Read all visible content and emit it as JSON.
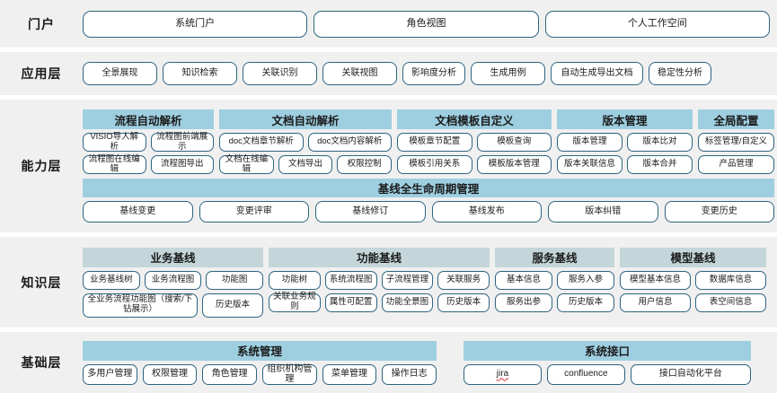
{
  "layers": [
    {
      "label": "门户",
      "items": [
        "系统门户",
        "角色视图",
        "个人工作空间"
      ]
    },
    {
      "label": "应用层",
      "items": [
        "全景展现",
        "知识检索",
        "关联识别",
        "关联视图",
        "影响度分析",
        "生成用例",
        "自动生成导出文档",
        "稳定性分析"
      ]
    },
    {
      "label": "能力层",
      "groups": [
        {
          "title": "流程自动解析",
          "rows": [
            [
              "VISIO导人解析",
              "流程图前端展示"
            ],
            [
              "流程图在线编辑",
              "流程图导出"
            ]
          ]
        },
        {
          "title": "文档自动解析",
          "rows": [
            [
              "doc文档章节解析",
              "doc文档内容解析"
            ],
            [
              "文档在线编辑",
              "文档导出",
              "权限控制"
            ]
          ]
        },
        {
          "title": "文档模板自定义",
          "rows": [
            [
              "模板章节配置",
              "模板查询"
            ],
            [
              "模板引用关系",
              "模板版本管理"
            ]
          ]
        },
        {
          "title": "版本管理",
          "rows": [
            [
              "版本管理",
              "版本比对"
            ],
            [
              "版本关联信息",
              "版本合并"
            ]
          ]
        },
        {
          "title": "全局配置",
          "rows": [
            [
              "标签管理/自定义"
            ],
            [
              "产品管理"
            ]
          ]
        }
      ],
      "lifecycle": {
        "title": "基线全生命周期管理",
        "items": [
          "基线变更",
          "变更评审",
          "基线修订",
          "基线发布",
          "版本纠错",
          "变更历史"
        ]
      }
    },
    {
      "label": "知识层",
      "groups": [
        {
          "title": "业务基线",
          "rows": [
            [
              "业务基线树",
              "业务流程图",
              "功能图"
            ],
            [
              "全业务流程功能图（搜索/下钻展示）",
              "历史版本"
            ]
          ]
        },
        {
          "title": "功能基线",
          "rows": [
            [
              "功能树",
              "系统流程图",
              "子流程管理",
              "关联服务"
            ],
            [
              "关联业务规则",
              "属性可配置",
              "功能全景图",
              "历史版本"
            ]
          ]
        },
        {
          "title": "服务基线",
          "rows": [
            [
              "基本信息",
              "服务入参"
            ],
            [
              "服务出参",
              "历史版本"
            ]
          ]
        },
        {
          "title": "模型基线",
          "rows": [
            [
              "模型基本信息",
              "数据库信息"
            ],
            [
              "用户信息",
              "表空间信息"
            ]
          ]
        }
      ]
    },
    {
      "label": "基础层",
      "groups": [
        {
          "title": "系统管理",
          "rows": [
            [
              "多用户管理",
              "权限管理",
              "角色管理",
              "组织机构管理",
              "菜单管理",
              "操作日志"
            ]
          ]
        },
        {
          "title": "系统接口",
          "rows": [
            [
              "jira",
              "confluence",
              "接口自动化平台"
            ]
          ]
        }
      ]
    }
  ],
  "colors": {
    "band_background": "#f0f0f0",
    "header_blue": "#9ecfe0",
    "header_grey": "#c4d6d9",
    "pill_border": "#2f6480",
    "page_background": "#ffffff",
    "text": "#1b1b1b"
  }
}
